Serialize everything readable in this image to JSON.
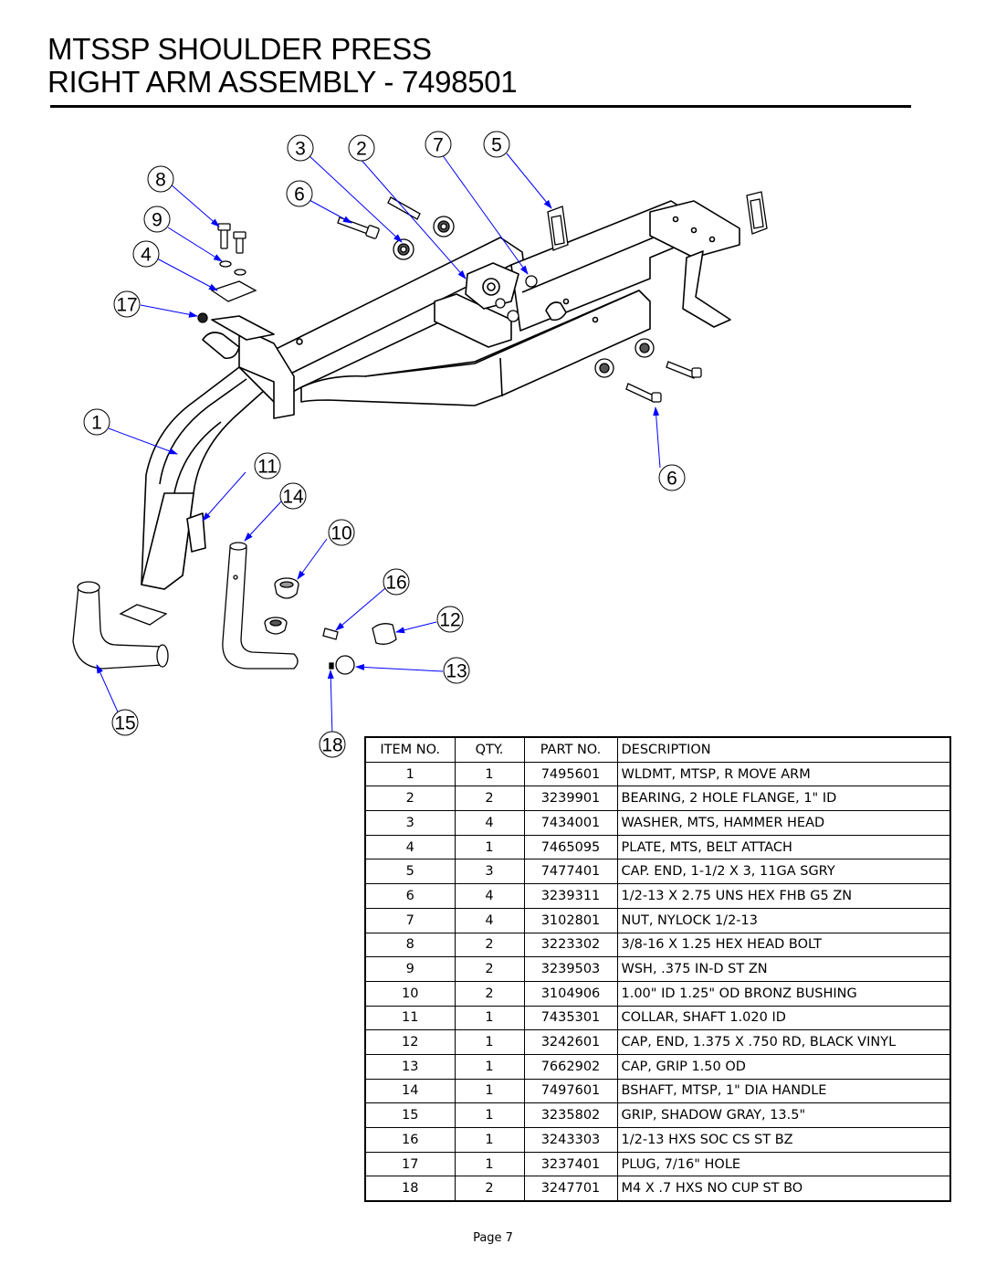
{
  "title": {
    "line1": "MTSSP SHOULDER PRESS",
    "line2": "RIGHT ARM ASSEMBLY - 7498501"
  },
  "callouts": [
    "3",
    "2",
    "7",
    "5",
    "8",
    "6",
    "9",
    "4",
    "17",
    "1",
    "11",
    "14",
    "6",
    "10",
    "16",
    "12",
    "13",
    "15",
    "18"
  ],
  "bom": {
    "headers": {
      "item": "ITEM NO.",
      "qty": "QTY.",
      "part": "PART NO.",
      "desc": "DESCRIPTION"
    },
    "rows": [
      {
        "item": "1",
        "qty": "1",
        "part": "7495601",
        "desc": "WLDMT, MTSP, R MOVE ARM"
      },
      {
        "item": "2",
        "qty": "2",
        "part": "3239901",
        "desc": "BEARING, 2 HOLE FLANGE, 1\" ID"
      },
      {
        "item": "3",
        "qty": "4",
        "part": "7434001",
        "desc": "WASHER, MTS, HAMMER HEAD"
      },
      {
        "item": "4",
        "qty": "1",
        "part": "7465095",
        "desc": "PLATE, MTS, BELT ATTACH"
      },
      {
        "item": "5",
        "qty": "3",
        "part": "7477401",
        "desc": "CAP. END, 1-1/2 X 3, 11GA SGRY"
      },
      {
        "item": "6",
        "qty": "4",
        "part": "3239311",
        "desc": "1/2-13 X 2.75 UNS HEX FHB G5 ZN"
      },
      {
        "item": "7",
        "qty": "4",
        "part": "3102801",
        "desc": "NUT, NYLOCK 1/2-13"
      },
      {
        "item": "8",
        "qty": "2",
        "part": "3223302",
        "desc": "3/8-16 X 1.25 HEX HEAD BOLT"
      },
      {
        "item": "9",
        "qty": "2",
        "part": "3239503",
        "desc": "WSH,  .375 IN-D ST ZN"
      },
      {
        "item": "10",
        "qty": "2",
        "part": "3104906",
        "desc": "1.00\" ID 1.25\" OD BRONZ BUSHING"
      },
      {
        "item": "11",
        "qty": "1",
        "part": "7435301",
        "desc": "COLLAR, SHAFT 1.020 ID"
      },
      {
        "item": "12",
        "qty": "1",
        "part": "3242601",
        "desc": "CAP, END, 1.375 X .750 RD, BLACK VINYL"
      },
      {
        "item": "13",
        "qty": "1",
        "part": "7662902",
        "desc": "CAP, GRIP 1.50 OD"
      },
      {
        "item": "14",
        "qty": "1",
        "part": "7497601",
        "desc": "BSHAFT, MTSP, 1\" DIA HANDLE"
      },
      {
        "item": "15",
        "qty": "1",
        "part": "3235802",
        "desc": "GRIP, SHADOW GRAY,  13.5\""
      },
      {
        "item": "16",
        "qty": "1",
        "part": "3243303",
        "desc": "1/2-13 HXS SOC CS ST BZ"
      },
      {
        "item": "17",
        "qty": "1",
        "part": "3237401",
        "desc": "PLUG, 7/16\" HOLE"
      },
      {
        "item": "18",
        "qty": "2",
        "part": "3247701",
        "desc": "M4 X .7 HXS NO CUP ST BO"
      }
    ]
  },
  "footer": "Page 7",
  "colors": {
    "leader": "#0000ff",
    "ink": "#000000",
    "paper": "#ffffff"
  }
}
